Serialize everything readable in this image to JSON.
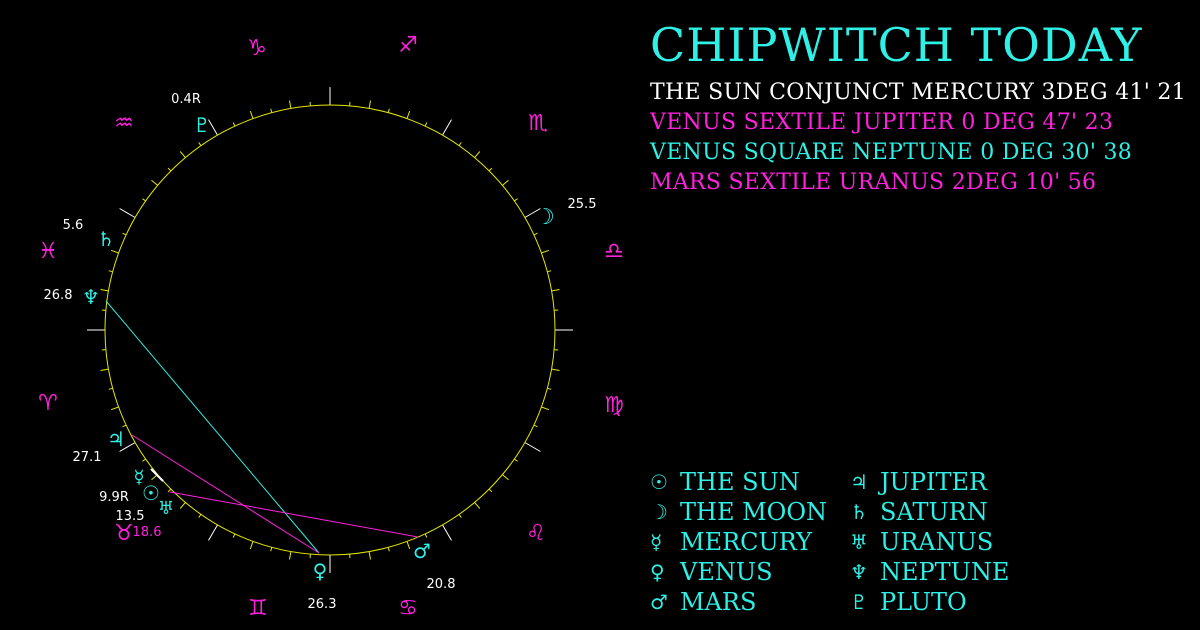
{
  "header": {
    "title": "CHIPWITCH TODAY"
  },
  "aspects": [
    {
      "text": "THE SUN CONJUNCT MERCURY 3DEG 41' 21",
      "color": "#ffffff"
    },
    {
      "text": "VENUS SEXTILE JUPITER 0 DEG 47' 23",
      "color": "#ff22dd"
    },
    {
      "text": "VENUS SQUARE NEPTUNE 0 DEG 30' 38",
      "color": "#2ef0e6"
    },
    {
      "text": "MARS SEXTILE URANUS 2DEG 10' 56",
      "color": "#ff22dd"
    }
  ],
  "legend": {
    "left": [
      {
        "glyph": "☉",
        "label": "THE SUN",
        "icon": "sun-icon"
      },
      {
        "glyph": "☽",
        "label": "THE MOON",
        "icon": "moon-icon"
      },
      {
        "glyph": "☿",
        "label": "MERCURY",
        "icon": "mercury-icon"
      },
      {
        "glyph": "♀",
        "label": "VENUS",
        "icon": "venus-icon"
      },
      {
        "glyph": "♂",
        "label": "MARS",
        "icon": "mars-icon"
      }
    ],
    "right": [
      {
        "glyph": "♃",
        "label": "JUPITER",
        "icon": "jupiter-icon"
      },
      {
        "glyph": "♄",
        "label": "SATURN",
        "icon": "saturn-icon"
      },
      {
        "glyph": "♅",
        "label": "URANUS",
        "icon": "uranus-icon"
      },
      {
        "glyph": "♆",
        "label": "NEPTUNE",
        "icon": "neptune-icon"
      },
      {
        "glyph": "♇",
        "label": "PLUTO",
        "icon": "pluto-icon"
      }
    ]
  },
  "wheel": {
    "signs": [
      {
        "glyph": "♑",
        "name": "capricorn"
      },
      {
        "glyph": "♐",
        "name": "sagittarius"
      },
      {
        "glyph": "♏",
        "name": "scorpio"
      },
      {
        "glyph": "♎",
        "name": "libra"
      },
      {
        "glyph": "♍",
        "name": "virgo"
      },
      {
        "glyph": "♌",
        "name": "leo"
      },
      {
        "glyph": "♋",
        "name": "cancer"
      },
      {
        "glyph": "♊",
        "name": "gemini"
      },
      {
        "glyph": "♉",
        "name": "taurus"
      },
      {
        "glyph": "♈",
        "name": "aries"
      },
      {
        "glyph": "♓",
        "name": "pisces"
      },
      {
        "glyph": "♒",
        "name": "aquarius"
      }
    ],
    "planets": [
      {
        "name": "pluto",
        "glyph": "♇",
        "label": "0.4R"
      },
      {
        "name": "moon",
        "glyph": "☽",
        "label": "25.5"
      },
      {
        "name": "saturn",
        "glyph": "♄",
        "label": "5.6"
      },
      {
        "name": "neptune",
        "glyph": "♆",
        "label": "26.8"
      },
      {
        "name": "jupiter",
        "glyph": "♃",
        "label": "27.1"
      },
      {
        "name": "mercury",
        "glyph": "☿",
        "label": "9.9R"
      },
      {
        "name": "sun",
        "glyph": "☉",
        "label": "13.5"
      },
      {
        "name": "uranus",
        "glyph": "♅",
        "label": "18.6"
      },
      {
        "name": "venus",
        "glyph": "♀",
        "label": "26.3"
      },
      {
        "name": "mars",
        "glyph": "♂",
        "label": "20.8"
      }
    ],
    "colors": {
      "planet": "#2ef0e6",
      "sign": "#ff22dd",
      "ring": "#e6e600",
      "label": "#ffffff",
      "uranus_label": "#ff22dd"
    }
  }
}
